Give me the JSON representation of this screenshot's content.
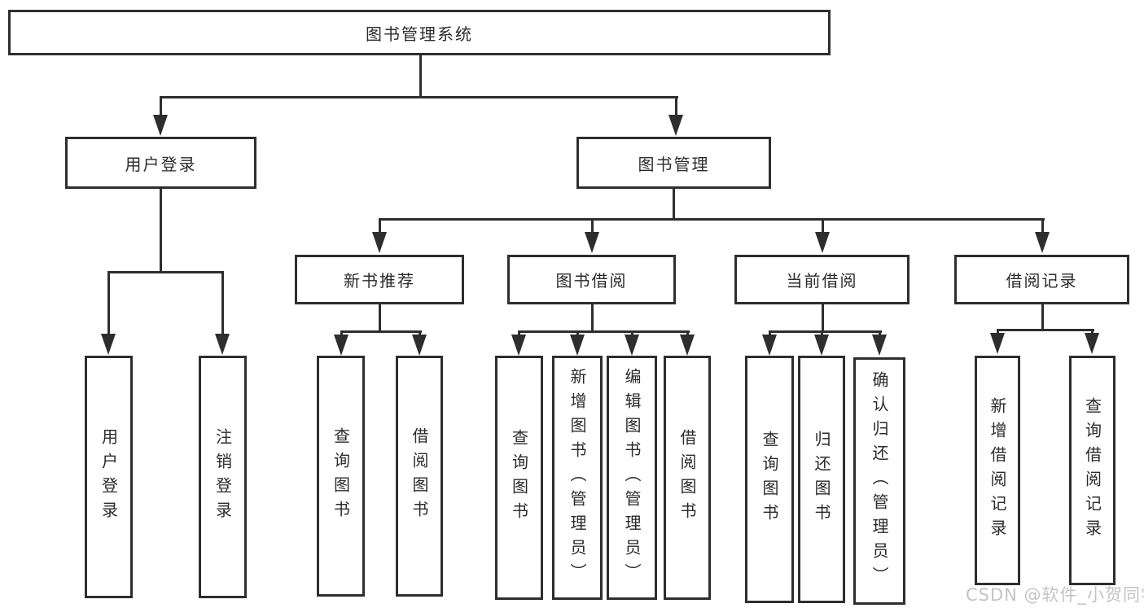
{
  "tree": {
    "root_label": "图书管理系统",
    "branches": [
      {
        "label": "用户登录",
        "leaves": [
          "用户登录",
          "注销登录"
        ]
      },
      {
        "label": "图书管理",
        "sections": [
          {
            "label": "新书推荐",
            "leaves": [
              "查询图书",
              "借阅图书"
            ]
          },
          {
            "label": "图书借阅",
            "leaves": [
              "查询图书",
              "新增图书（管理员）",
              "编辑图书（管理员）",
              "借阅图书"
            ]
          },
          {
            "label": "当前借阅",
            "leaves": [
              "查询图书",
              "归还图书",
              "确认归还（管理员）"
            ]
          },
          {
            "label": "借阅记录",
            "leaves": [
              "新增借阅记录",
              "查询借阅记录"
            ]
          }
        ]
      }
    ]
  },
  "colors": {
    "line": "#2e2e2e",
    "text": "#2b2b2b",
    "watermark": "#c1c1c1"
  },
  "watermark": "CSDN @软件_小贺同学"
}
